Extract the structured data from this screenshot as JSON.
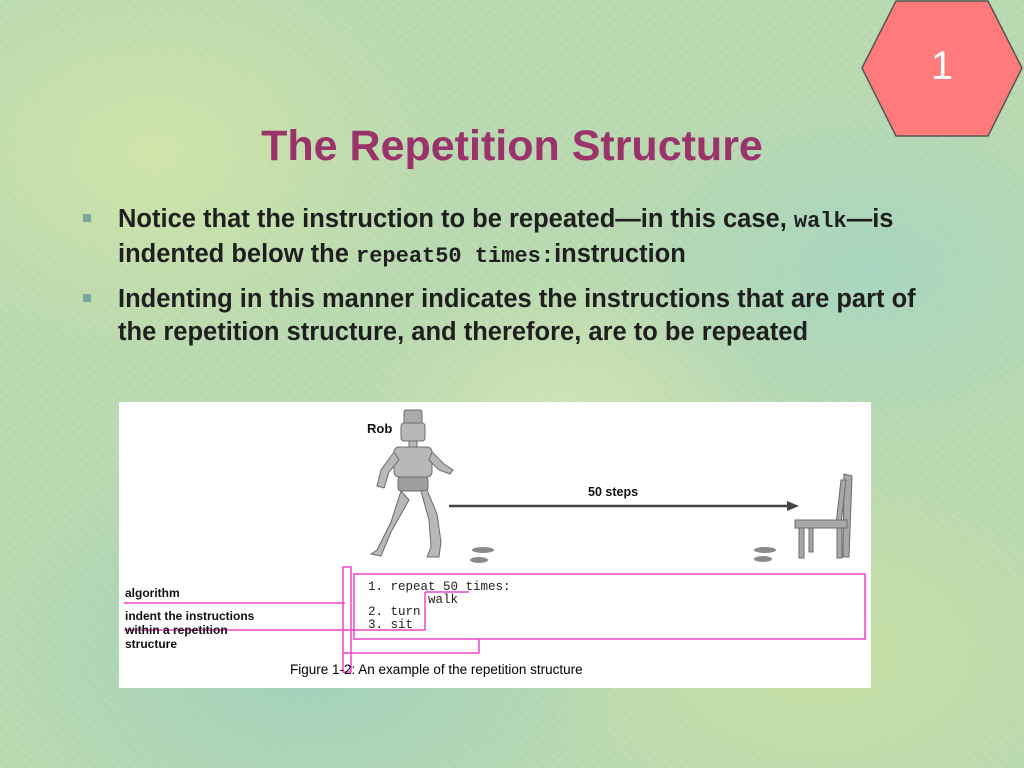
{
  "slide": {
    "number": "1",
    "title": "The Repetition Structure",
    "bullet_color": "#7aa6a0",
    "title_color": "#99336a",
    "badge_color": "#ff7a7a"
  },
  "bullets": [
    {
      "part1": "Notice that the instruction to be repeated—in this case, ",
      "code1": "walk",
      "part2": "—is indented below the ",
      "code2": "repeat50 times:",
      "part3": "instruction"
    },
    {
      "text": "Indenting in this manner indicates the instructions that are part of the repetition structure, and therefore, are to be repeated"
    }
  ],
  "figure": {
    "robot_label": "Rob",
    "distance_label": "50 steps",
    "algorithm_label": "algorithm",
    "indent_label_lines": [
      "indent the instructions",
      "within a repetition",
      "structure"
    ],
    "algorithm_lines": [
      "1. repeat 50 times:",
      "walk",
      "2. turn",
      "3. sit"
    ],
    "caption": "Figure 1-2:  An example of the repetition structure",
    "highlight_color": "#ee44cc"
  }
}
